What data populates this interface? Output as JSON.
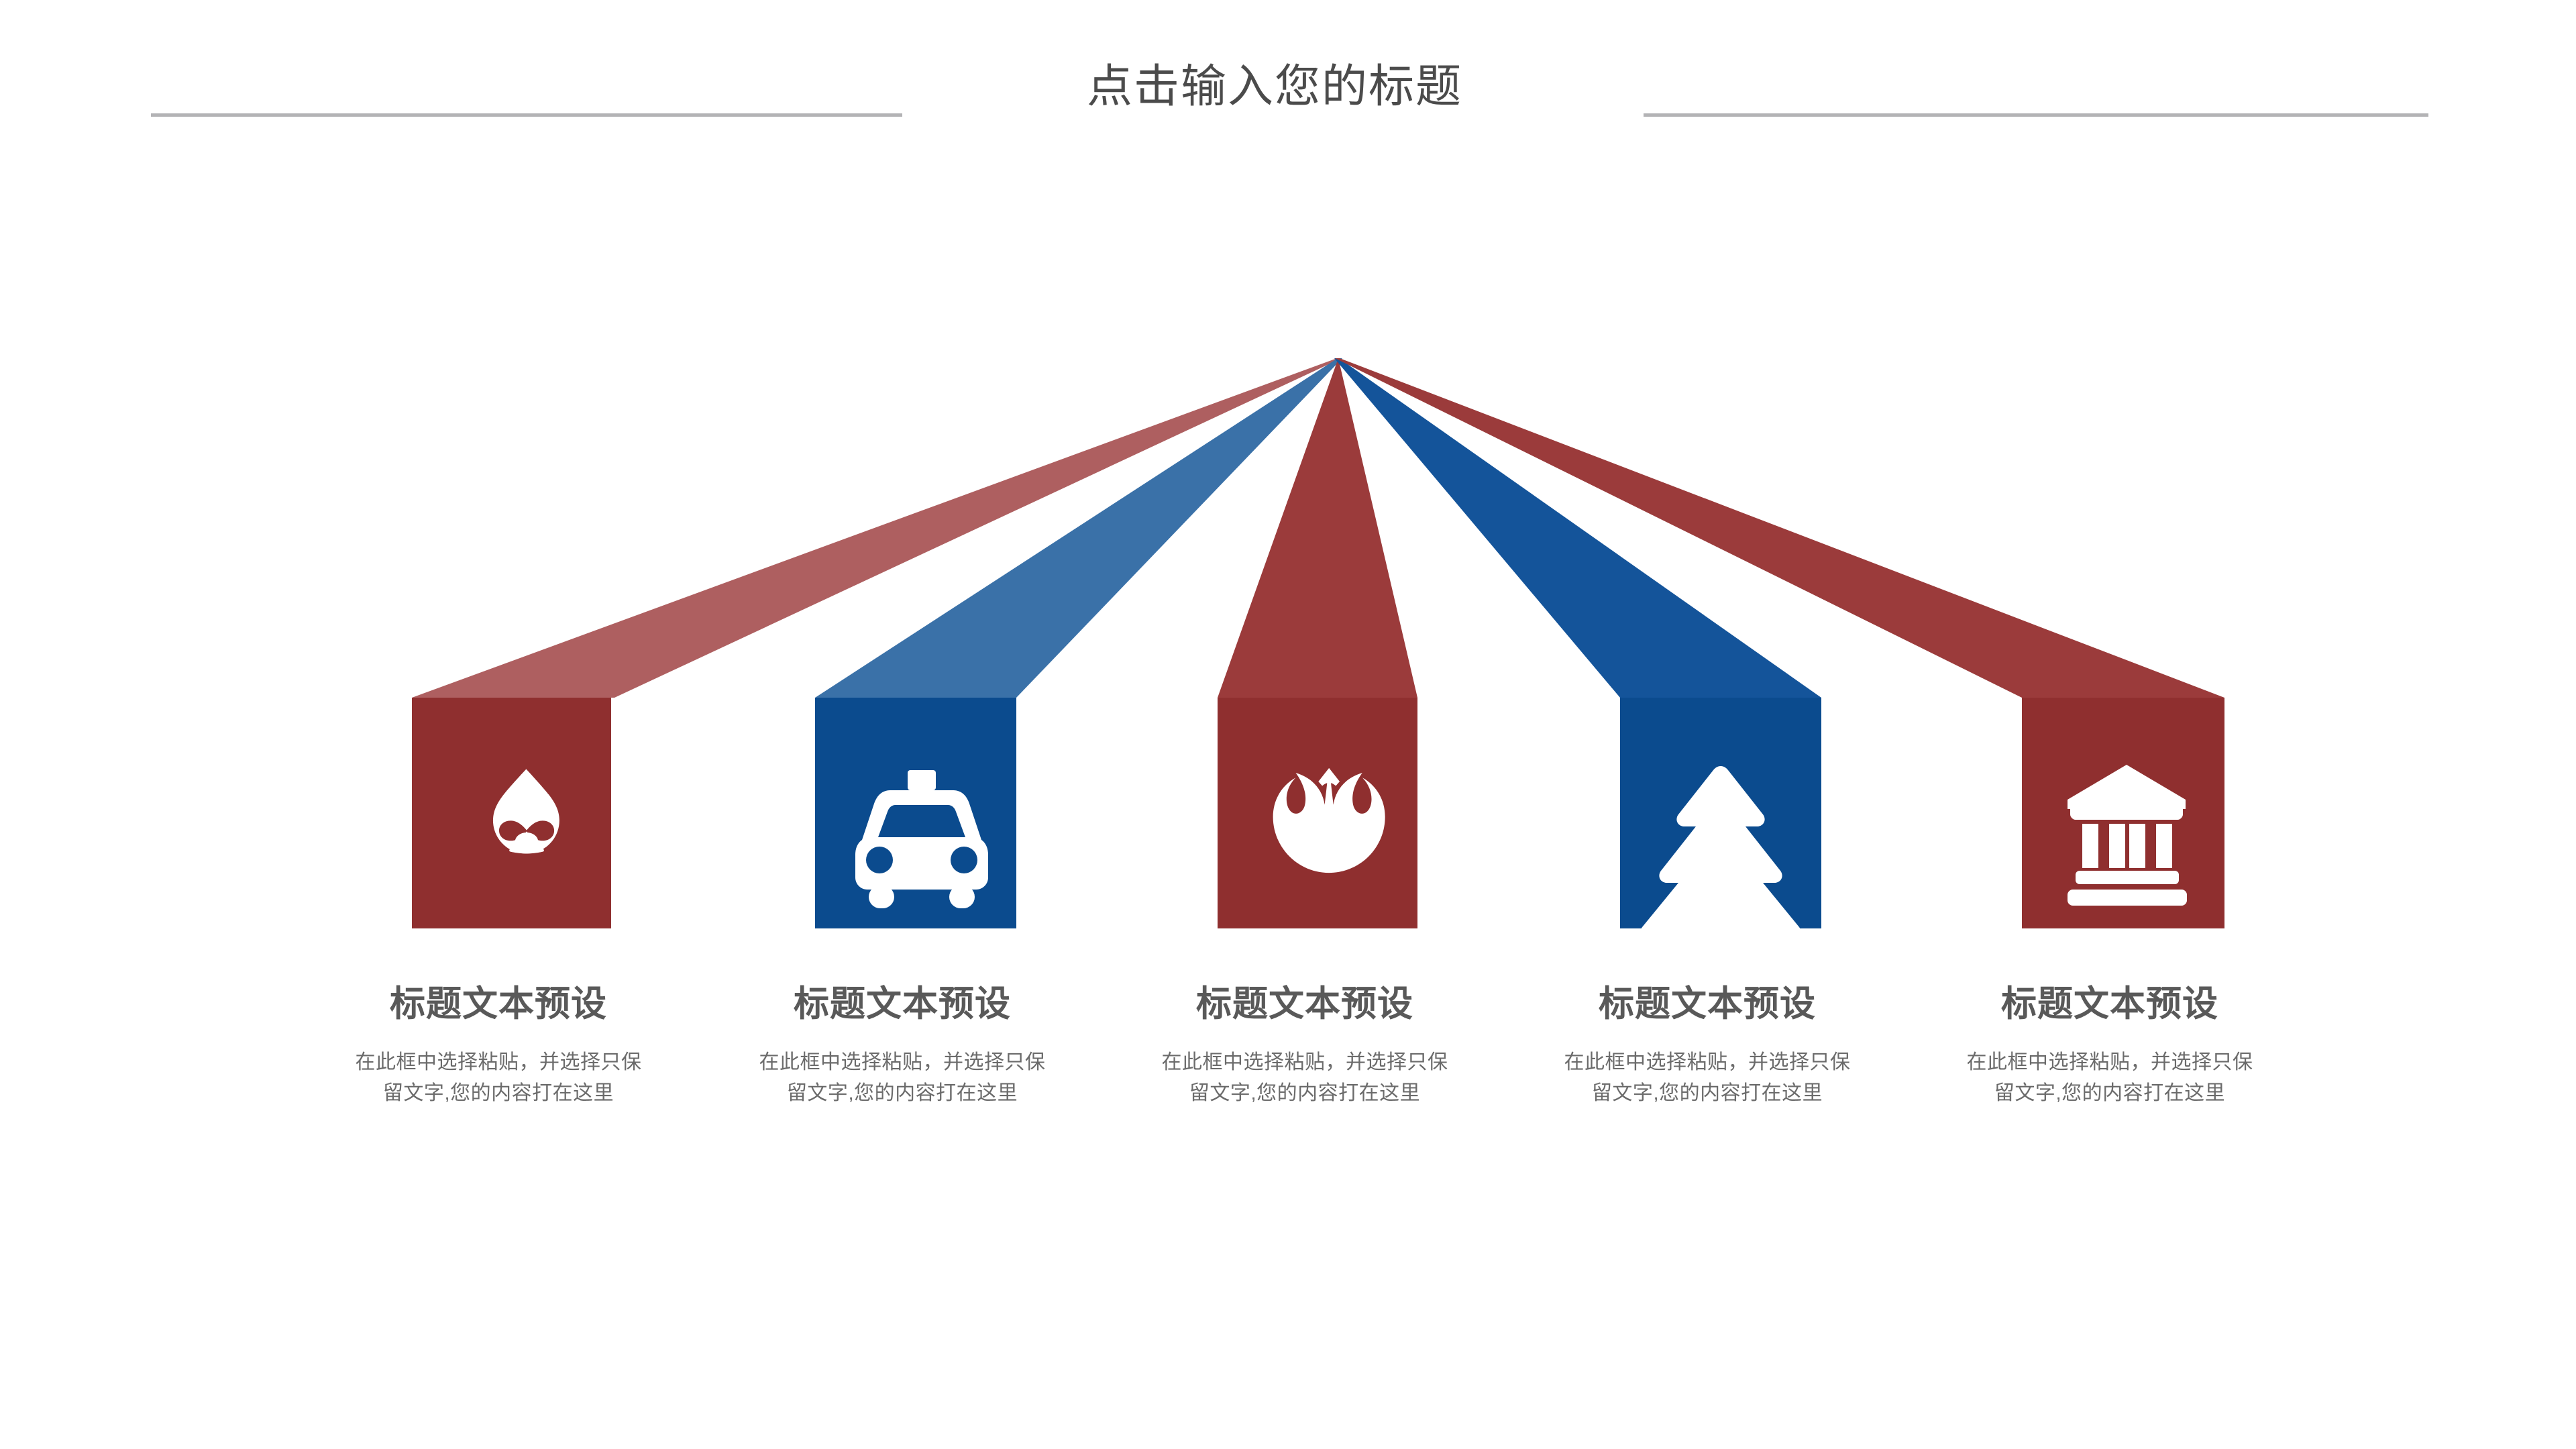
{
  "slide": {
    "title": "点击输入您的标题",
    "background_color": "#ffffff",
    "rule_color": "#b3b3b5",
    "title_color": "#4b4b4b"
  },
  "palette": {
    "red_front": "#8F2F2F",
    "red_top": "#AE5F60",
    "red_top_mid": "#9B3B3B",
    "blue_front": "#0B4B8E",
    "blue_top": "#3A71A8",
    "blue_top_mid": "#14549A",
    "icon_color": "#ffffff",
    "caption_title_color": "#595959",
    "caption_body_color": "#6b6b6b"
  },
  "columns": [
    {
      "id": "column-1",
      "icon": "drupal-droplet-icon",
      "color": "#8F2F2F",
      "ribbon_color": "#AE5F60",
      "title": "标题文本预设",
      "body": "在此框中选择粘贴，并选择只保留文字,您的内容打在这里"
    },
    {
      "id": "column-2",
      "icon": "taxi-cab-icon",
      "color": "#0B4B8E",
      "ribbon_color": "#3A71A8",
      "title": "标题文本预设",
      "body": "在此框中选择粘贴，并选择只保留文字,您的内容打在这里"
    },
    {
      "id": "column-3",
      "icon": "rebel-alliance-icon",
      "color": "#8F2F2F",
      "ribbon_color": "#9B3B3B",
      "title": "标题文本预设",
      "body": "在此框中选择粘贴，并选择只保留文字,您的内容打在这里"
    },
    {
      "id": "column-4",
      "icon": "pine-tree-icon",
      "color": "#0B4B8E",
      "ribbon_color": "#14549A",
      "title": "标题文本预设",
      "body": "在此框中选择粘贴，并选择只保留文字,您的内容打在这里"
    },
    {
      "id": "column-5",
      "icon": "bank-museum-icon",
      "color": "#8F2F2F",
      "ribbon_color": "#9B3B3B",
      "title": "标题文本预设",
      "body": "在此框中选择粘贴，并选择只保留文字,您的内容打在这里"
    }
  ]
}
